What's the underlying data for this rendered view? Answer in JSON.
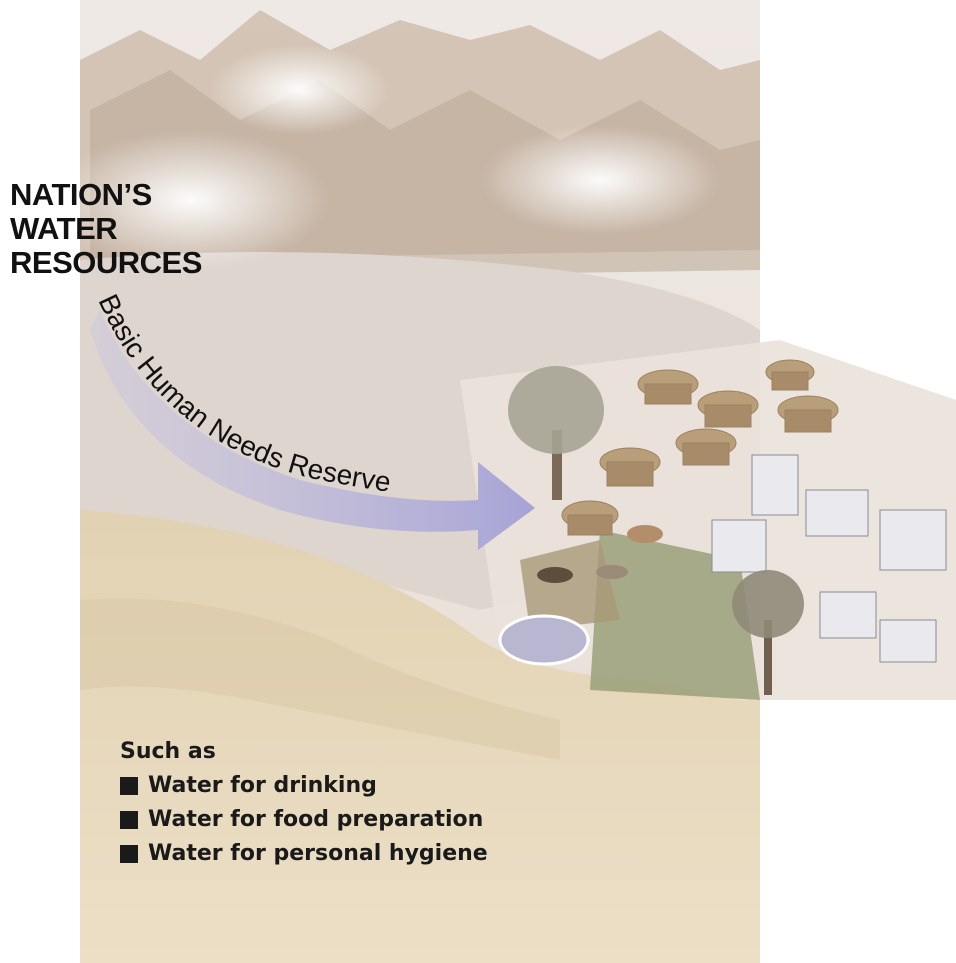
{
  "title_lines": [
    "NATION’S",
    "WATER",
    "RESOURCES"
  ],
  "arrow_label": "Basic Human Needs Reserve",
  "list": {
    "heading": "Such as",
    "items": [
      {
        "text": "Water for drinking",
        "icon": "square-bullet-icon"
      },
      {
        "text": "Water for food preparation",
        "icon": "square-bullet-icon"
      },
      {
        "text": "Water for personal hygiene",
        "icon": "square-bullet-icon"
      }
    ]
  },
  "colors": {
    "arrow": "#a9a7d6",
    "sand": "#e6d6b8",
    "water": "#e4dcd6",
    "text": "#111111"
  }
}
